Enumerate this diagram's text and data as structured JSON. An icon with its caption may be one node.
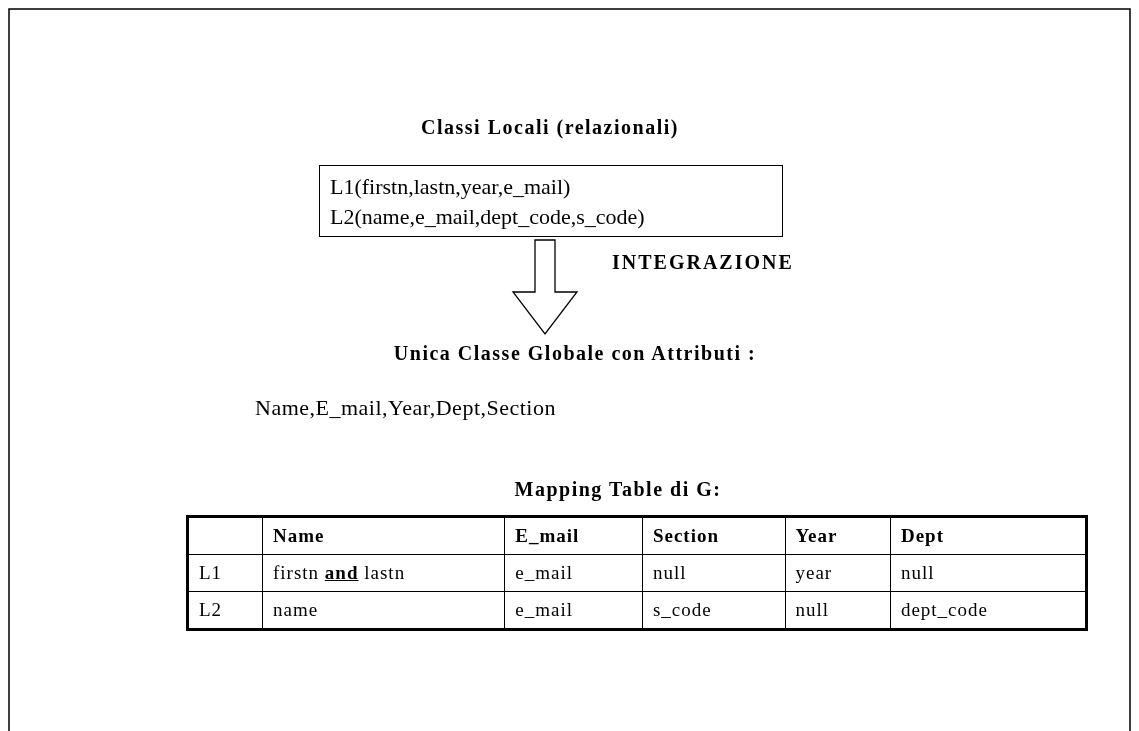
{
  "diagram": {
    "nodes": [
      {
        "text": [
          "Classi Locali (relazionali)",
          "L1(firstn,lastn,year,e_mail)",
          "L2(name,e_mail,dept_code,s_code)"
        ]
      },
      {
        "text": [
          "Unica Classe Globale con Attributi :"
        ]
      }
    ],
    "edges": [
      {
        "from": 0,
        "to": 1,
        "arrow": "to",
        "label": "INTEGRAZIONE"
      }
    ],
    "labels": [
      "Name,E_mail,Year,Dept,Section",
      "Mapping Table di G:",
      "Name",
      "E_mail",
      "Section",
      "Year",
      "Dept",
      "L1",
      "firstn **and** lastn",
      "e_mail",
      "null",
      "year",
      "null",
      "L2",
      "name",
      "e_mail",
      "s_code",
      "null",
      "dept_code"
    ]
  }
}
